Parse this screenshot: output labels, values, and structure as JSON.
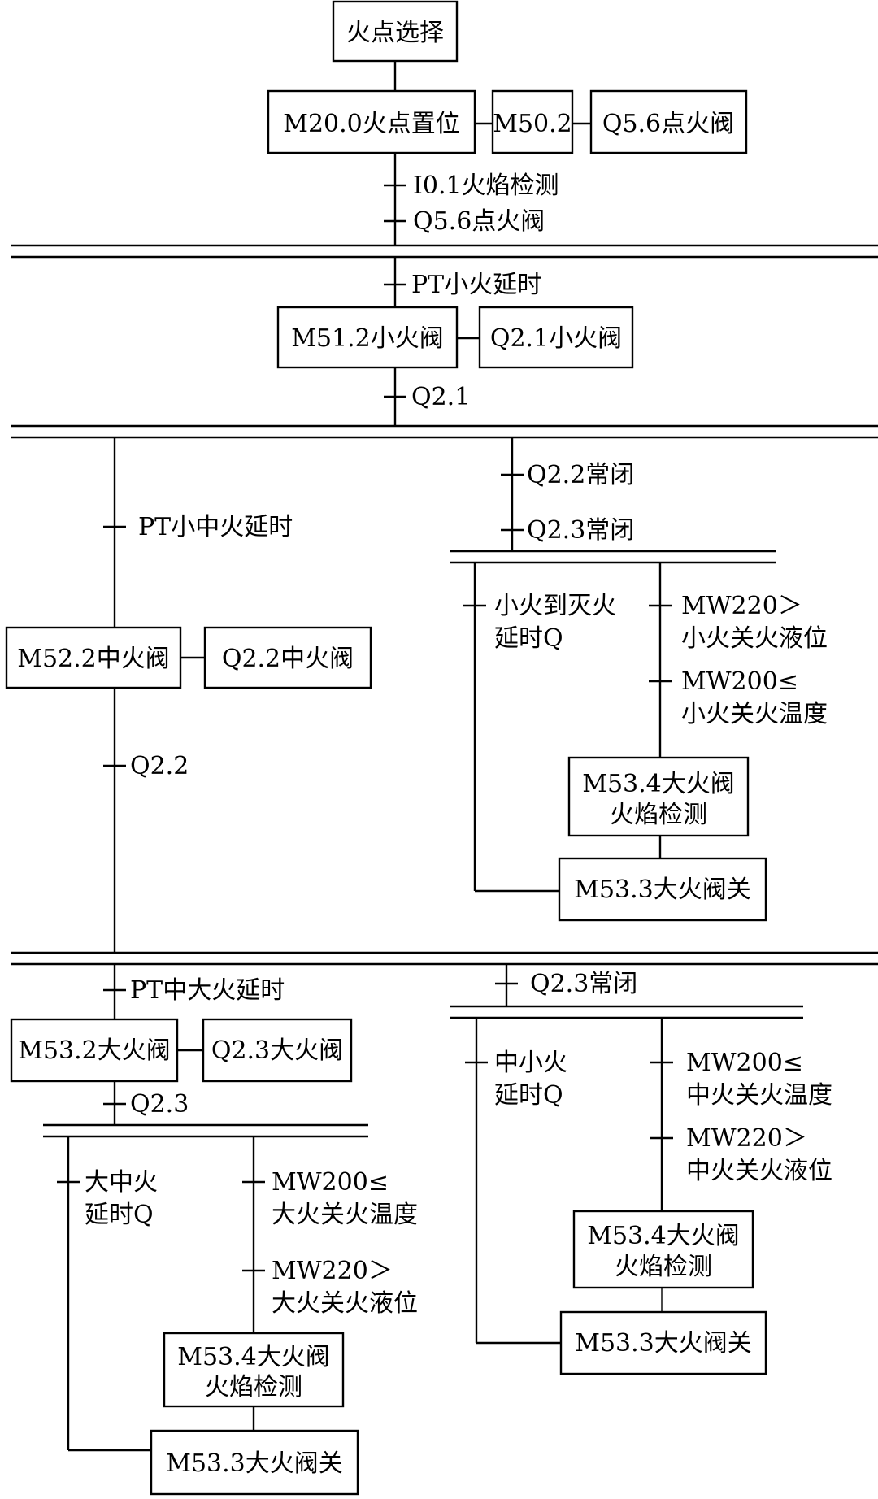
{
  "colors": {
    "line": "#000000",
    "background": "#ffffff"
  },
  "steps": {
    "select": "火点选择",
    "m20_0": "M20.0火点置位",
    "m50_2": "M50.2",
    "q5_6": "Q5.6点火阀",
    "m51_2": "M51.2小火阀",
    "q2_1_valve": "Q2.1小火阀",
    "m52_2": "M52.2中火阀",
    "q2_2_valve": "Q2.2中火阀",
    "m53_2": "M53.2大火阀",
    "q2_3_valve": "Q2.3大火阀",
    "m53_4_a": {
      "line1": "M53.4大火阀",
      "line2": "火焰检测"
    },
    "m53_3_a": "M53.3大火阀关",
    "m53_4_b": {
      "line1": "M53.4大火阀",
      "line2": "火焰检测"
    },
    "m53_3_b": "M53.3大火阀关",
    "m53_4_c": {
      "line1": "M53.4大火阀",
      "line2": "火焰检测"
    },
    "m53_3_c": "M53.3大火阀关"
  },
  "transitions": {
    "flame_detect": "I0.1火焰检测",
    "q5_6": "Q5.6点火阀",
    "pt_small": "PT小火延时",
    "q2_1": "Q2.1",
    "pt_small_mid": "PT小中火延时",
    "q2_2": "Q2.2",
    "q2_2_nc": "Q2.2常闭",
    "q2_3_nc_a": "Q2.3常闭",
    "small_to_off": {
      "line1": "小火到灭火",
      "line2": "延时Q"
    },
    "mw220_small": {
      "line1": "MW220＞",
      "line2": "小火关火液位"
    },
    "mw200_small": {
      "line1": "MW200≤",
      "line2": "小火关火温度"
    },
    "pt_mid_big": "PT中大火延时",
    "q2_3": "Q2.3",
    "big_mid": {
      "line1": "大中火",
      "line2": "延时Q"
    },
    "mw200_big": {
      "line1": "MW200≤",
      "line2": "大火关火温度"
    },
    "mw220_big": {
      "line1": "MW220＞",
      "line2": "大火关火液位"
    },
    "q2_3_nc_b": "Q2.3常闭",
    "mid_small": {
      "line1": "中小火",
      "line2": "延时Q"
    },
    "mw200_mid": {
      "line1": "MW200≤",
      "line2": "中火关火温度"
    },
    "mw220_mid": {
      "line1": "MW220＞",
      "line2": "中火关火液位"
    }
  }
}
